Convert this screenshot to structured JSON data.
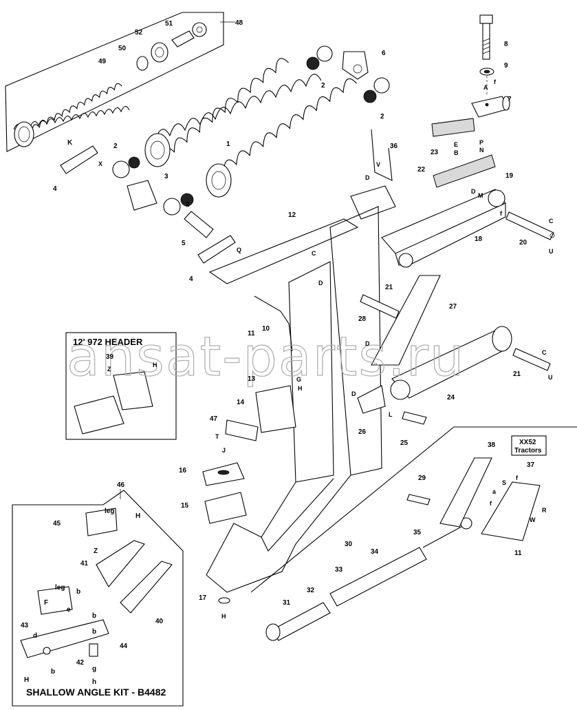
{
  "watermark": "ansat-parts.ru",
  "insets": {
    "spring_kit": {
      "label": "48"
    },
    "header_972": {
      "title": "12' 972 HEADER"
    },
    "shallow_angle_kit": {
      "title": "SHALLOW ANGLE KIT - B4482",
      "label": "46"
    },
    "xx52": {
      "line1": "XX52",
      "line2": "Tractors"
    }
  },
  "callouts": [
    {
      "id": "c48",
      "text": "48"
    },
    {
      "id": "c51",
      "text": "51"
    },
    {
      "id": "c52",
      "text": "52"
    },
    {
      "id": "c50",
      "text": "50"
    },
    {
      "id": "c49",
      "text": "49"
    },
    {
      "id": "c8",
      "text": "8"
    },
    {
      "id": "c9",
      "text": "9"
    },
    {
      "id": "cA",
      "text": "A"
    },
    {
      "id": "cf1",
      "text": "f"
    },
    {
      "id": "c7",
      "text": "7"
    },
    {
      "id": "c6",
      "text": "6"
    },
    {
      "id": "c2a",
      "text": "2"
    },
    {
      "id": "c2b",
      "text": "2"
    },
    {
      "id": "c2c",
      "text": "2"
    },
    {
      "id": "c2d",
      "text": "2"
    },
    {
      "id": "c1",
      "text": "1"
    },
    {
      "id": "cK",
      "text": "K"
    },
    {
      "id": "cX",
      "text": "X"
    },
    {
      "id": "c4a",
      "text": "4"
    },
    {
      "id": "c3",
      "text": "3"
    },
    {
      "id": "c5",
      "text": "5"
    },
    {
      "id": "c4b",
      "text": "4"
    },
    {
      "id": "cQ",
      "text": "Q"
    },
    {
      "id": "c23",
      "text": "23"
    },
    {
      "id": "cE",
      "text": "E"
    },
    {
      "id": "cB",
      "text": "B"
    },
    {
      "id": "c36",
      "text": "36"
    },
    {
      "id": "cV",
      "text": "V"
    },
    {
      "id": "cP",
      "text": "P"
    },
    {
      "id": "cN",
      "text": "N"
    },
    {
      "id": "c22",
      "text": "22"
    },
    {
      "id": "c19",
      "text": "19"
    },
    {
      "id": "cD1",
      "text": "D"
    },
    {
      "id": "cD2",
      "text": "D"
    },
    {
      "id": "cM",
      "text": "M"
    },
    {
      "id": "cf2",
      "text": "f"
    },
    {
      "id": "cC1",
      "text": "C"
    },
    {
      "id": "c20",
      "text": "20"
    },
    {
      "id": "cU1",
      "text": "U"
    },
    {
      "id": "c18",
      "text": "18"
    },
    {
      "id": "c12",
      "text": "12"
    },
    {
      "id": "cC2",
      "text": "C"
    },
    {
      "id": "cD3",
      "text": "D"
    },
    {
      "id": "c21a",
      "text": "21"
    },
    {
      "id": "c27",
      "text": "27"
    },
    {
      "id": "c11a",
      "text": "11"
    },
    {
      "id": "c10",
      "text": "10"
    },
    {
      "id": "c28",
      "text": "28"
    },
    {
      "id": "cD4",
      "text": "D"
    },
    {
      "id": "cC3",
      "text": "C"
    },
    {
      "id": "c21b",
      "text": "21"
    },
    {
      "id": "cU2",
      "text": "U"
    },
    {
      "id": "c13",
      "text": "13"
    },
    {
      "id": "cG",
      "text": "G"
    },
    {
      "id": "cH1",
      "text": "H"
    },
    {
      "id": "c24",
      "text": "24"
    },
    {
      "id": "cD5",
      "text": "D"
    },
    {
      "id": "cL",
      "text": "L"
    },
    {
      "id": "c26",
      "text": "26"
    },
    {
      "id": "c25",
      "text": "25"
    },
    {
      "id": "c14",
      "text": "14"
    },
    {
      "id": "c47",
      "text": "47"
    },
    {
      "id": "cT",
      "text": "T"
    },
    {
      "id": "c39",
      "text": "39"
    },
    {
      "id": "cZ1",
      "text": "Z"
    },
    {
      "id": "cH2",
      "text": "H"
    },
    {
      "id": "cJ",
      "text": "J"
    },
    {
      "id": "c16",
      "text": "16"
    },
    {
      "id": "c15",
      "text": "15"
    },
    {
      "id": "c17",
      "text": "17"
    },
    {
      "id": "cH3",
      "text": "H"
    },
    {
      "id": "c38",
      "text": "38"
    },
    {
      "id": "c37",
      "text": "37"
    },
    {
      "id": "c29",
      "text": "29"
    },
    {
      "id": "cS",
      "text": "S"
    },
    {
      "id": "cf3",
      "text": "f"
    },
    {
      "id": "ca",
      "text": "a"
    },
    {
      "id": "cf4",
      "text": "f"
    },
    {
      "id": "cR",
      "text": "R"
    },
    {
      "id": "cW",
      "text": "W"
    },
    {
      "id": "c35",
      "text": "35"
    },
    {
      "id": "c30",
      "text": "30"
    },
    {
      "id": "c34",
      "text": "34"
    },
    {
      "id": "c11b",
      "text": "11"
    },
    {
      "id": "c33",
      "text": "33"
    },
    {
      "id": "c32",
      "text": "32"
    },
    {
      "id": "c31",
      "text": "31"
    },
    {
      "id": "c45",
      "text": "45"
    },
    {
      "id": "cleg1",
      "text": "leg"
    },
    {
      "id": "cH4",
      "text": "H"
    },
    {
      "id": "cZ2",
      "text": "Z"
    },
    {
      "id": "c41",
      "text": "41"
    },
    {
      "id": "cleg2",
      "text": "leg"
    },
    {
      "id": "cb1",
      "text": "b"
    },
    {
      "id": "cF",
      "text": "F"
    },
    {
      "id": "ce",
      "text": "e"
    },
    {
      "id": "c43",
      "text": "43"
    },
    {
      "id": "cd",
      "text": "d"
    },
    {
      "id": "cb2",
      "text": "b"
    },
    {
      "id": "cb3",
      "text": "b"
    },
    {
      "id": "c40",
      "text": "40"
    },
    {
      "id": "c44",
      "text": "44"
    },
    {
      "id": "cg",
      "text": "g"
    },
    {
      "id": "ch",
      "text": "h"
    },
    {
      "id": "c42",
      "text": "42"
    },
    {
      "id": "cb4",
      "text": "b"
    },
    {
      "id": "cH5",
      "text": "H"
    }
  ]
}
